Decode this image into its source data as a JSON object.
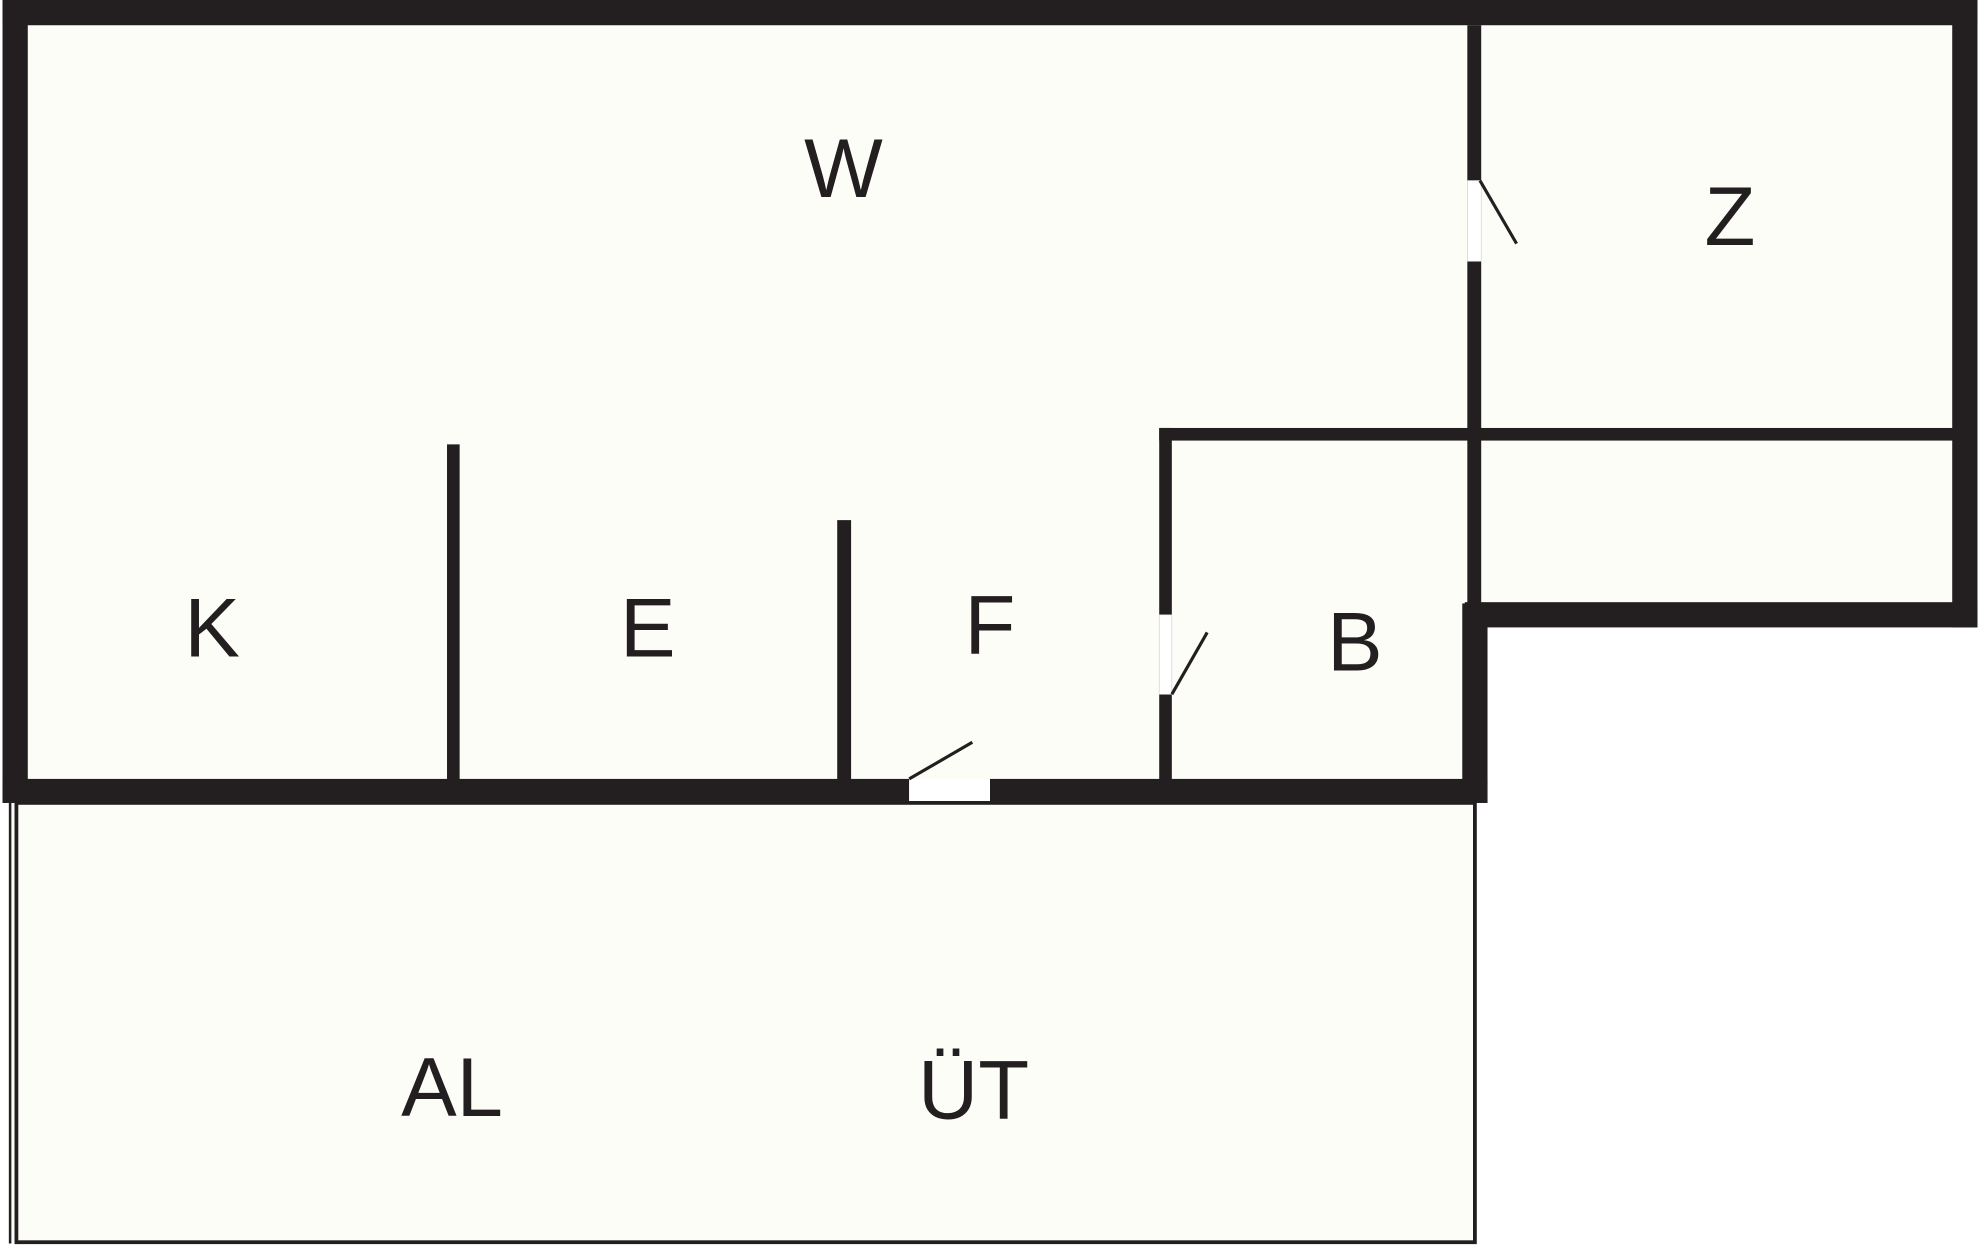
{
  "plan": {
    "colors": {
      "wall": "#231f20",
      "floor": "#fdfdf8",
      "background": "#ffffff"
    },
    "rooms": [
      {
        "id": "w",
        "label": "W"
      },
      {
        "id": "z",
        "label": "Z"
      },
      {
        "id": "k",
        "label": "K"
      },
      {
        "id": "e",
        "label": "E"
      },
      {
        "id": "f",
        "label": "F"
      },
      {
        "id": "b",
        "label": "B"
      },
      {
        "id": "al",
        "label": "AL"
      },
      {
        "id": "ut",
        "label": "ÜT"
      }
    ]
  }
}
